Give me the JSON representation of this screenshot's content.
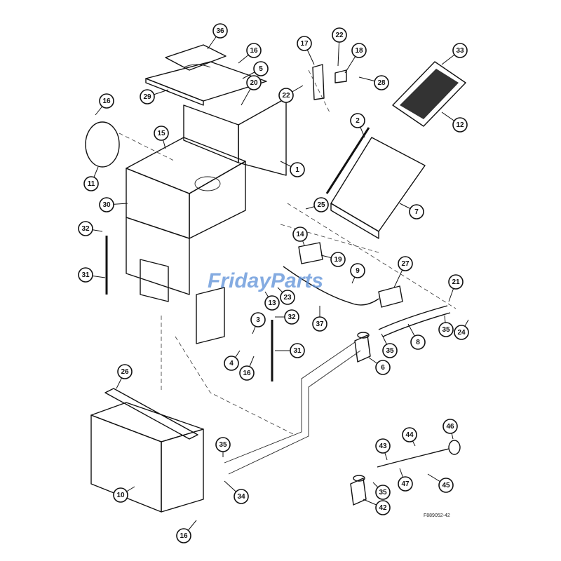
{
  "watermark": "FridayParts",
  "figure_id": "F889052-42",
  "callouts": [
    {
      "id": "c36",
      "label": "36"
    },
    {
      "id": "c16a",
      "label": "16"
    },
    {
      "id": "c5",
      "label": "5"
    },
    {
      "id": "c20",
      "label": "20"
    },
    {
      "id": "c29",
      "label": "29"
    },
    {
      "id": "c16b",
      "label": "16"
    },
    {
      "id": "c15",
      "label": "15"
    },
    {
      "id": "c11",
      "label": "11"
    },
    {
      "id": "c30",
      "label": "30"
    },
    {
      "id": "c1",
      "label": "1"
    },
    {
      "id": "c17",
      "label": "17"
    },
    {
      "id": "c22a",
      "label": "22"
    },
    {
      "id": "c18",
      "label": "18"
    },
    {
      "id": "c22b",
      "label": "22"
    },
    {
      "id": "c28",
      "label": "28"
    },
    {
      "id": "c33",
      "label": "33"
    },
    {
      "id": "c12",
      "label": "12"
    },
    {
      "id": "c2",
      "label": "2"
    },
    {
      "id": "c25",
      "label": "25"
    },
    {
      "id": "c7",
      "label": "7"
    },
    {
      "id": "c32a",
      "label": "32"
    },
    {
      "id": "c31a",
      "label": "31"
    },
    {
      "id": "c14",
      "label": "14"
    },
    {
      "id": "c19",
      "label": "19"
    },
    {
      "id": "c9",
      "label": "9"
    },
    {
      "id": "c27",
      "label": "27"
    },
    {
      "id": "c21",
      "label": "21"
    },
    {
      "id": "c13",
      "label": "13"
    },
    {
      "id": "c23",
      "label": "23"
    },
    {
      "id": "c3",
      "label": "3"
    },
    {
      "id": "c32b",
      "label": "32"
    },
    {
      "id": "c37",
      "label": "37"
    },
    {
      "id": "c35a",
      "label": "35"
    },
    {
      "id": "c24",
      "label": "24"
    },
    {
      "id": "c8",
      "label": "8"
    },
    {
      "id": "c35b",
      "label": "35"
    },
    {
      "id": "c4",
      "label": "4"
    },
    {
      "id": "c16c",
      "label": "16"
    },
    {
      "id": "c31b",
      "label": "31"
    },
    {
      "id": "c6",
      "label": "6"
    },
    {
      "id": "c26",
      "label": "26"
    },
    {
      "id": "c35c",
      "label": "35"
    },
    {
      "id": "c10",
      "label": "10"
    },
    {
      "id": "c34",
      "label": "34"
    },
    {
      "id": "c16d",
      "label": "16"
    },
    {
      "id": "c43",
      "label": "43"
    },
    {
      "id": "c44",
      "label": "44"
    },
    {
      "id": "c46",
      "label": "46"
    },
    {
      "id": "c35d",
      "label": "35"
    },
    {
      "id": "c47",
      "label": "47"
    },
    {
      "id": "c45",
      "label": "45"
    },
    {
      "id": "c42",
      "label": "42"
    }
  ]
}
